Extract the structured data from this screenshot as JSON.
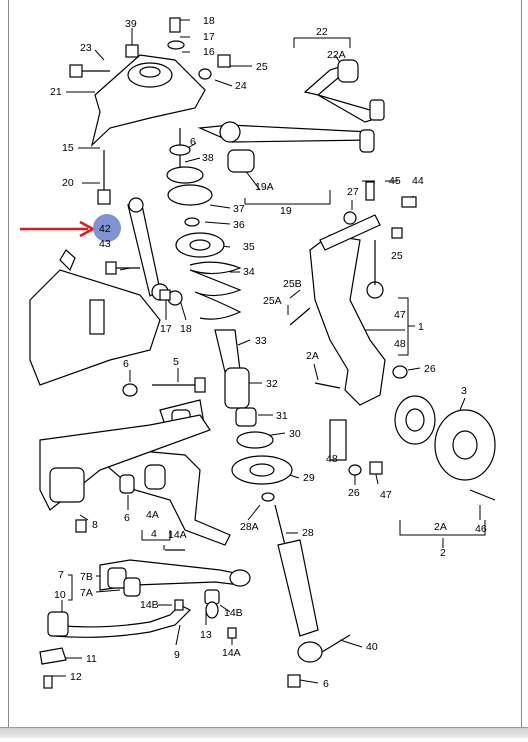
{
  "diagram": {
    "highlight": {
      "label": "42",
      "color": "#7f93d4",
      "arrow_color": "#e0191b"
    },
    "labels": {
      "l39": "39",
      "l18a": "18",
      "l17a": "17",
      "l16": "16",
      "l23": "23",
      "l25a": "25",
      "l21": "21",
      "l24": "24",
      "l22": "22",
      "l22A": "22A",
      "l15": "15",
      "l6a": "6",
      "l38": "38",
      "l20": "20",
      "l19A": "19A",
      "l19": "19",
      "l27": "27",
      "l45": "45",
      "l44": "44",
      "l37": "37",
      "l36": "36",
      "l43": "43",
      "l35": "35",
      "l25b": "25",
      "l34": "34",
      "l25B": "25B",
      "l17b": "17",
      "l18b": "18",
      "l25A": "25A",
      "l47a": "47",
      "l1": "1",
      "l48a": "48",
      "l33": "33",
      "l6b": "6",
      "l5": "5",
      "l2A": "2A",
      "l26a": "26",
      "l32": "32",
      "l3": "3",
      "l31": "31",
      "l30": "30",
      "l48b": "48",
      "l29": "29",
      "l26b": "26",
      "l47b": "47",
      "l8": "8",
      "l6c": "6",
      "l4A": "4A",
      "l4": "4",
      "l28A": "28A",
      "l28": "28",
      "l2Ab": "2A",
      "l46": "46",
      "l2": "2",
      "l14Aa": "14A",
      "l7": "7",
      "l7B": "7B",
      "l7A": "7A",
      "l10": "10",
      "l14B": "14B",
      "l14Bb": "14B",
      "l13": "13",
      "l14Ab": "14A",
      "l40": "40",
      "l9": "9",
      "l11": "11",
      "l12": "12",
      "l6d": "6"
    }
  }
}
